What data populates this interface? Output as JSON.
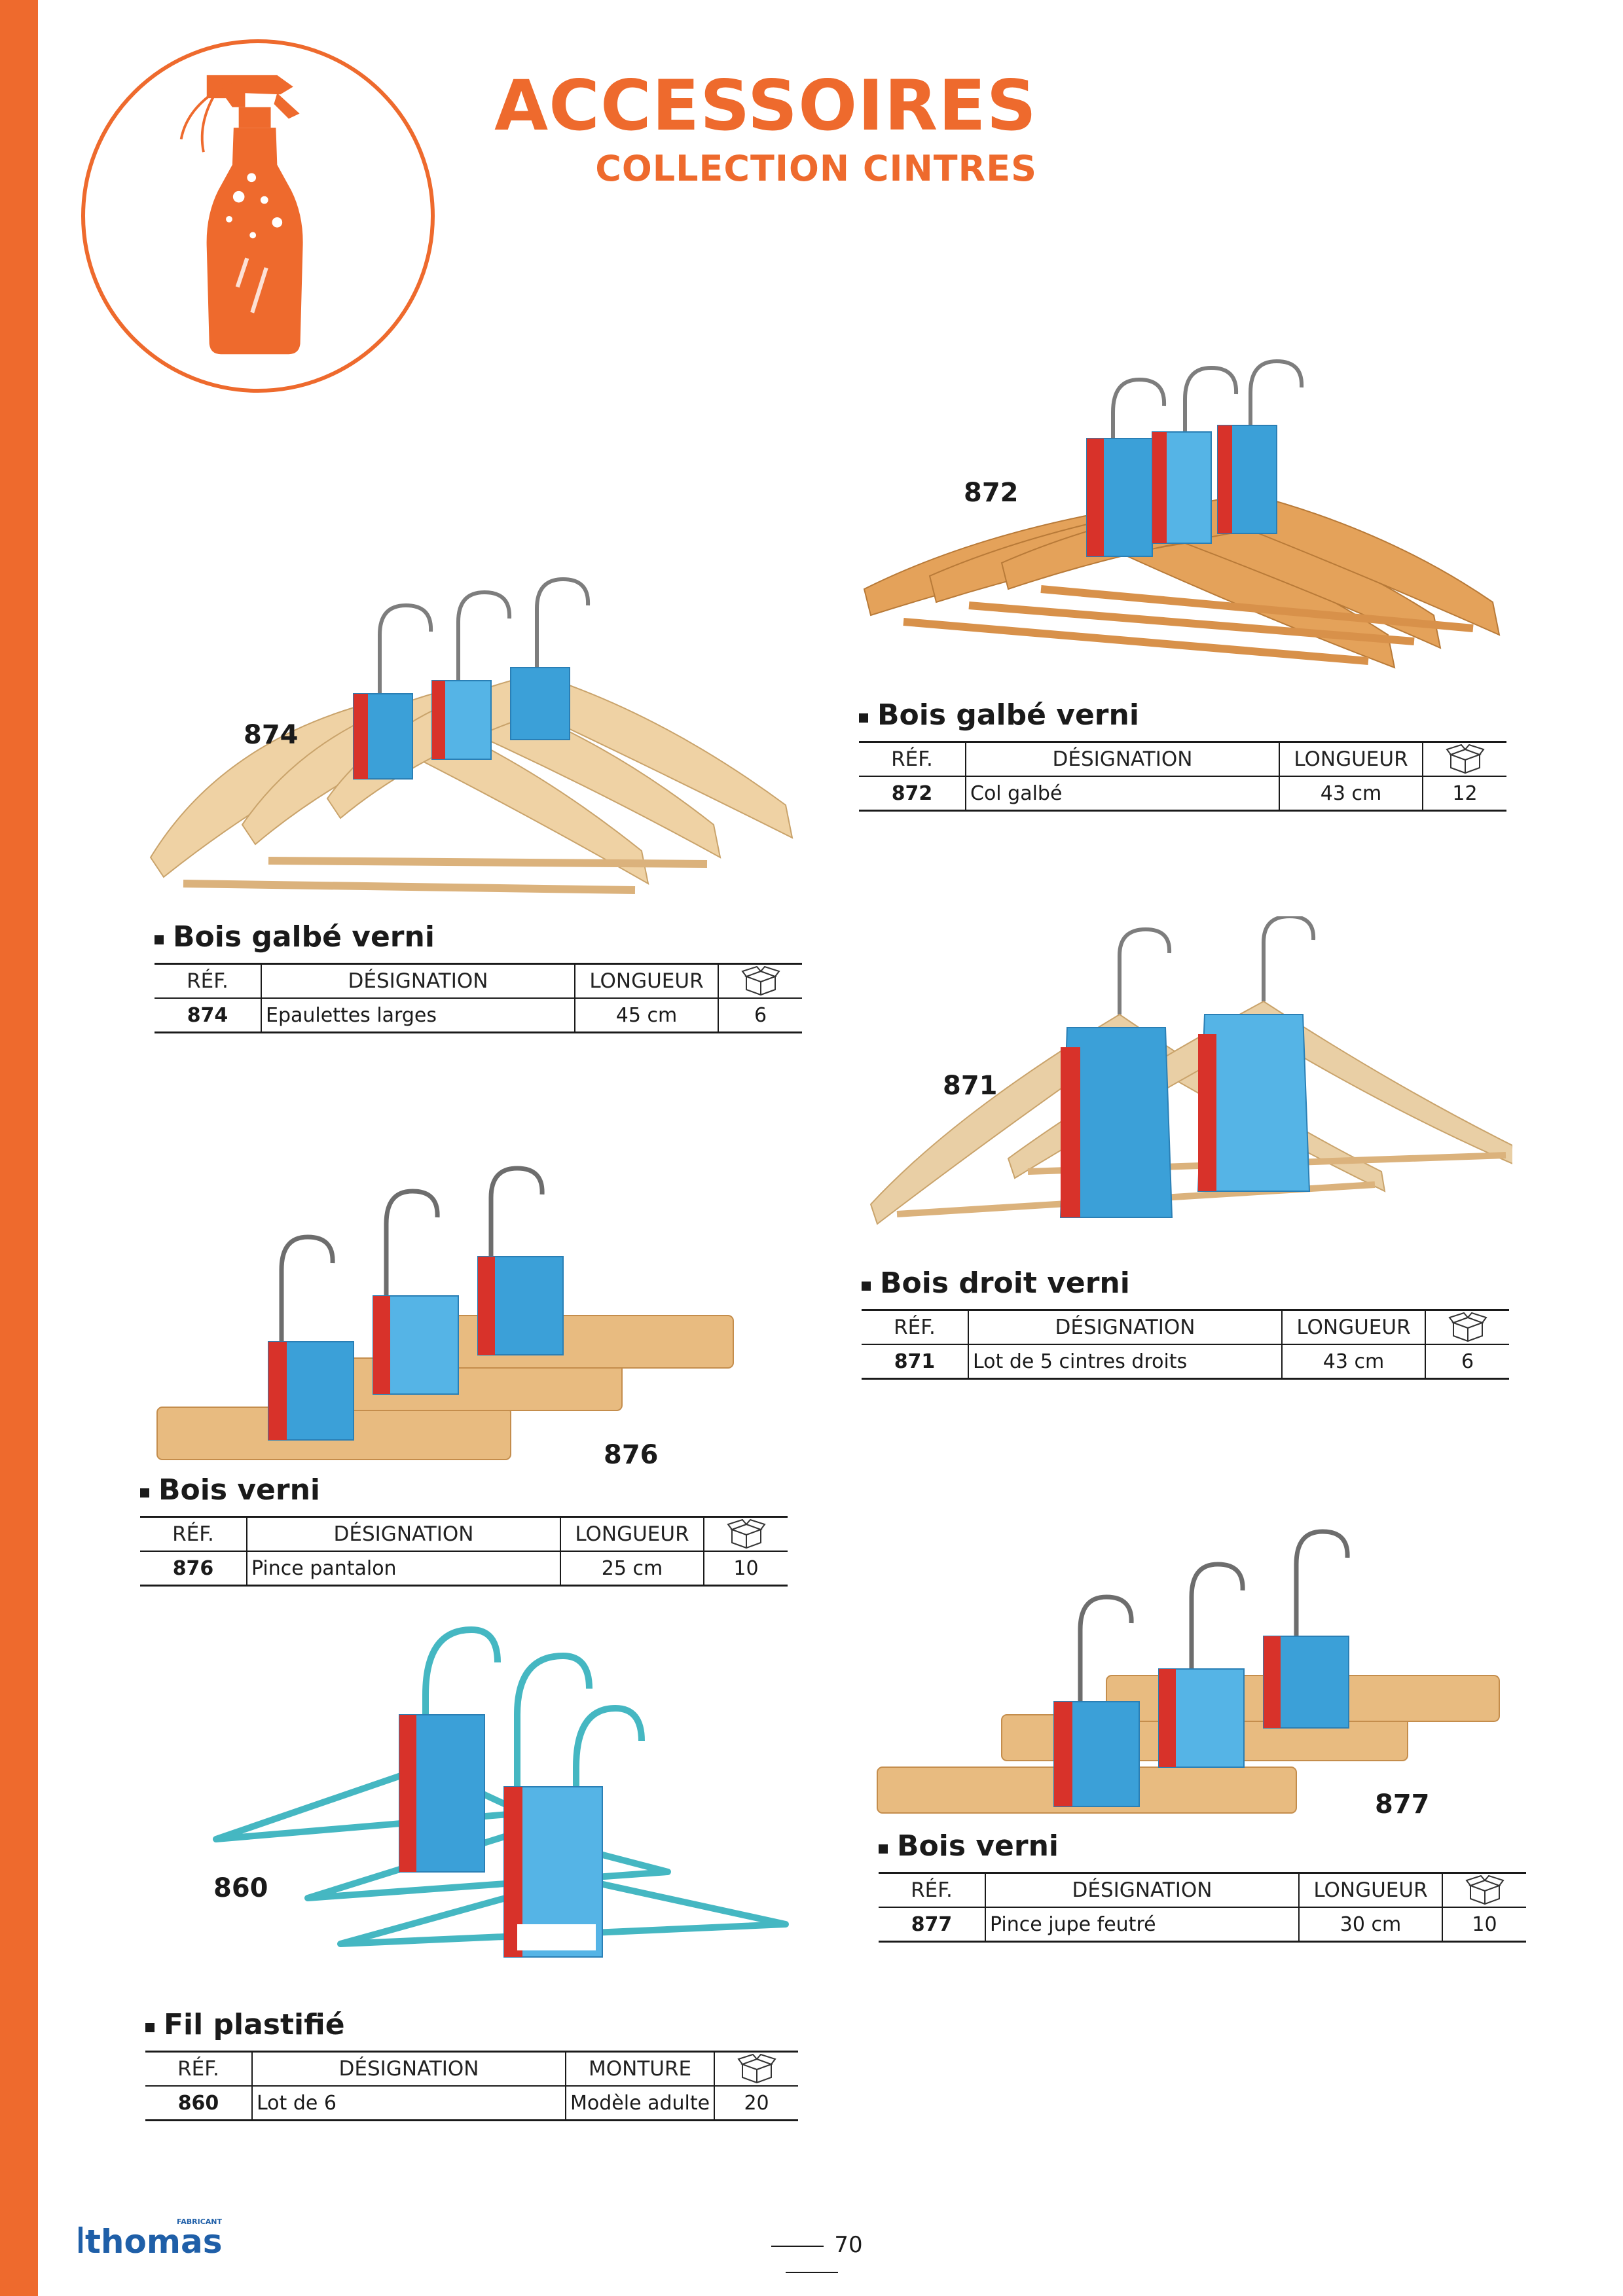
{
  "header": {
    "title": "ACCESSOIRES",
    "subtitle": "COLLECTION CINTRES",
    "icon": "spray-bottle-icon",
    "accent_color": "#ee6a2d"
  },
  "table_headers": {
    "ref": "RÉF.",
    "designation": "DÉSIGNATION",
    "longueur": "LONGUEUR",
    "monture": "MONTURE",
    "box_icon": "carton-box-icon"
  },
  "products": {
    "p872": {
      "photo_ref": "872",
      "title": "Bois galbé verni",
      "ref": "872",
      "designation": "Col galbé",
      "value": "43 cm",
      "qty": "12"
    },
    "p874": {
      "photo_ref": "874",
      "title": "Bois galbé verni",
      "ref": "874",
      "designation": "Epaulettes larges",
      "value": "45 cm",
      "qty": "6"
    },
    "p871": {
      "photo_ref": "871",
      "title": "Bois droit verni",
      "ref": "871",
      "designation": "Lot de 5 cintres droits",
      "value": "43 cm",
      "qty": "6"
    },
    "p876": {
      "photo_ref": "876",
      "title": "Bois verni",
      "ref": "876",
      "designation": "Pince pantalon",
      "value": "25 cm",
      "qty": "10"
    },
    "p877": {
      "photo_ref": "877",
      "title": "Bois verni",
      "ref": "877",
      "designation": "Pince jupe feutré",
      "value": "30 cm",
      "qty": "10"
    },
    "p860": {
      "photo_ref": "860",
      "title": "Fil plastifié",
      "ref": "860",
      "designation": "Lot de 6",
      "value": "Modèle adulte",
      "qty": "20"
    }
  },
  "footer": {
    "brand": "thomas",
    "brand_tag": "FABRICANT",
    "page_number": "70"
  }
}
